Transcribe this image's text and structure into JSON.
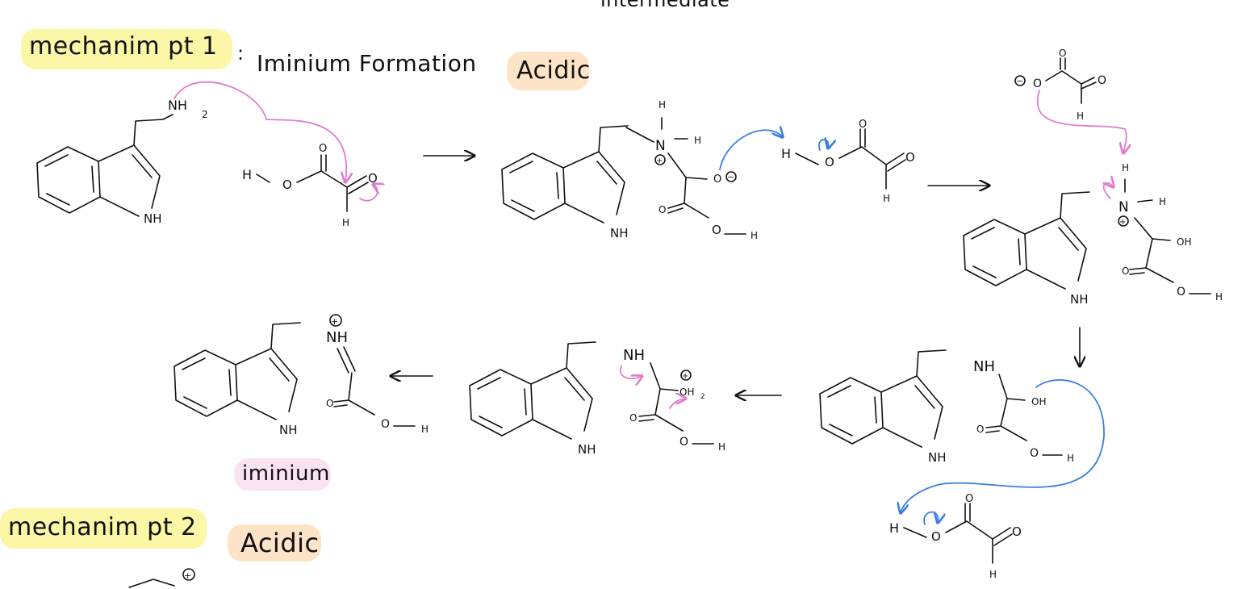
{
  "header": {
    "top_fragment": "intermediate"
  },
  "section1": {
    "title": "mechanim pt 1",
    "separator": ":",
    "topic": "Iminium Formation",
    "condition": "Acidic"
  },
  "section2": {
    "title": "mechanim pt 2",
    "condition": "Acidic"
  },
  "labels": {
    "iminium": "iminium"
  },
  "atoms": {
    "nh2": "NH",
    "sub2": "2",
    "n": "N",
    "h": "H",
    "o": "O",
    "oh": "OH",
    "oh2": "OH",
    "nh": "NH",
    "plus": "+",
    "minus": "−"
  },
  "colors": {
    "yellow_highlight": "#fbf7a6",
    "peach_highlight": "#fde4c7",
    "pink_highlight": "#f9e2f2",
    "pink_arrow": "#e07ccd",
    "blue_arrow": "#3a7ee0",
    "ink": "#111111"
  },
  "icons": {
    "reaction_arrow": "arrow-right",
    "electron_push": "curved-arrow"
  }
}
